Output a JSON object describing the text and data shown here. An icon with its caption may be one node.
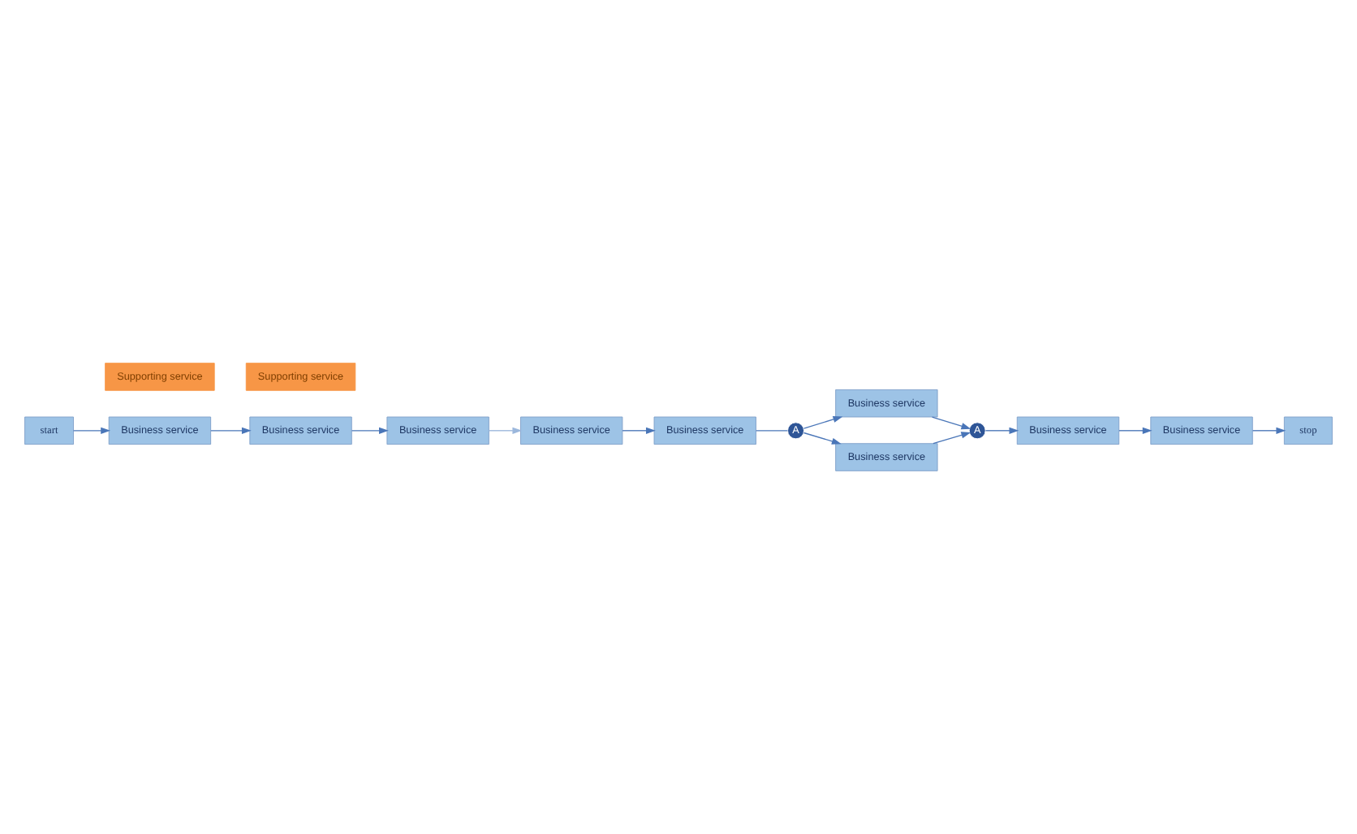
{
  "diagram": {
    "nodes": [
      {
        "text": [
          "start"
        ]
      },
      {
        "text": [
          "Supporting service"
        ]
      },
      {
        "text": [
          "Supporting service"
        ]
      },
      {
        "text": [
          "Business service"
        ]
      },
      {
        "text": [
          "Business service"
        ]
      },
      {
        "text": [
          "Business service"
        ]
      },
      {
        "text": [
          "Business service"
        ]
      },
      {
        "text": [
          "Business service"
        ]
      },
      {
        "text": [
          "A"
        ]
      },
      {
        "text": [
          "Business service"
        ]
      },
      {
        "text": [
          "Business service"
        ]
      },
      {
        "text": [
          "A"
        ]
      },
      {
        "text": [
          "Business service"
        ]
      },
      {
        "text": [
          "Business service"
        ]
      },
      {
        "text": [
          "stop"
        ]
      }
    ],
    "edges": [
      {
        "from": 0,
        "to": 3,
        "arrow": "to"
      },
      {
        "from": 3,
        "to": 4,
        "arrow": "to"
      },
      {
        "from": 4,
        "to": 5,
        "arrow": "to"
      },
      {
        "from": 5,
        "to": 6,
        "arrow": "to",
        "color": "#9bb7dc"
      },
      {
        "from": 6,
        "to": 7,
        "arrow": "to"
      },
      {
        "from": 7,
        "to": 8,
        "arrow": "none"
      },
      {
        "from": 8,
        "to": 9,
        "arrow": "to"
      },
      {
        "from": 8,
        "to": 10,
        "arrow": "to"
      },
      {
        "from": 9,
        "to": 11,
        "arrow": "to"
      },
      {
        "from": 10,
        "to": 11,
        "arrow": "to"
      },
      {
        "from": 11,
        "to": 12,
        "arrow": "to"
      },
      {
        "from": 12,
        "to": 13,
        "arrow": "to"
      },
      {
        "from": 13,
        "to": 14,
        "arrow": "to"
      }
    ]
  }
}
